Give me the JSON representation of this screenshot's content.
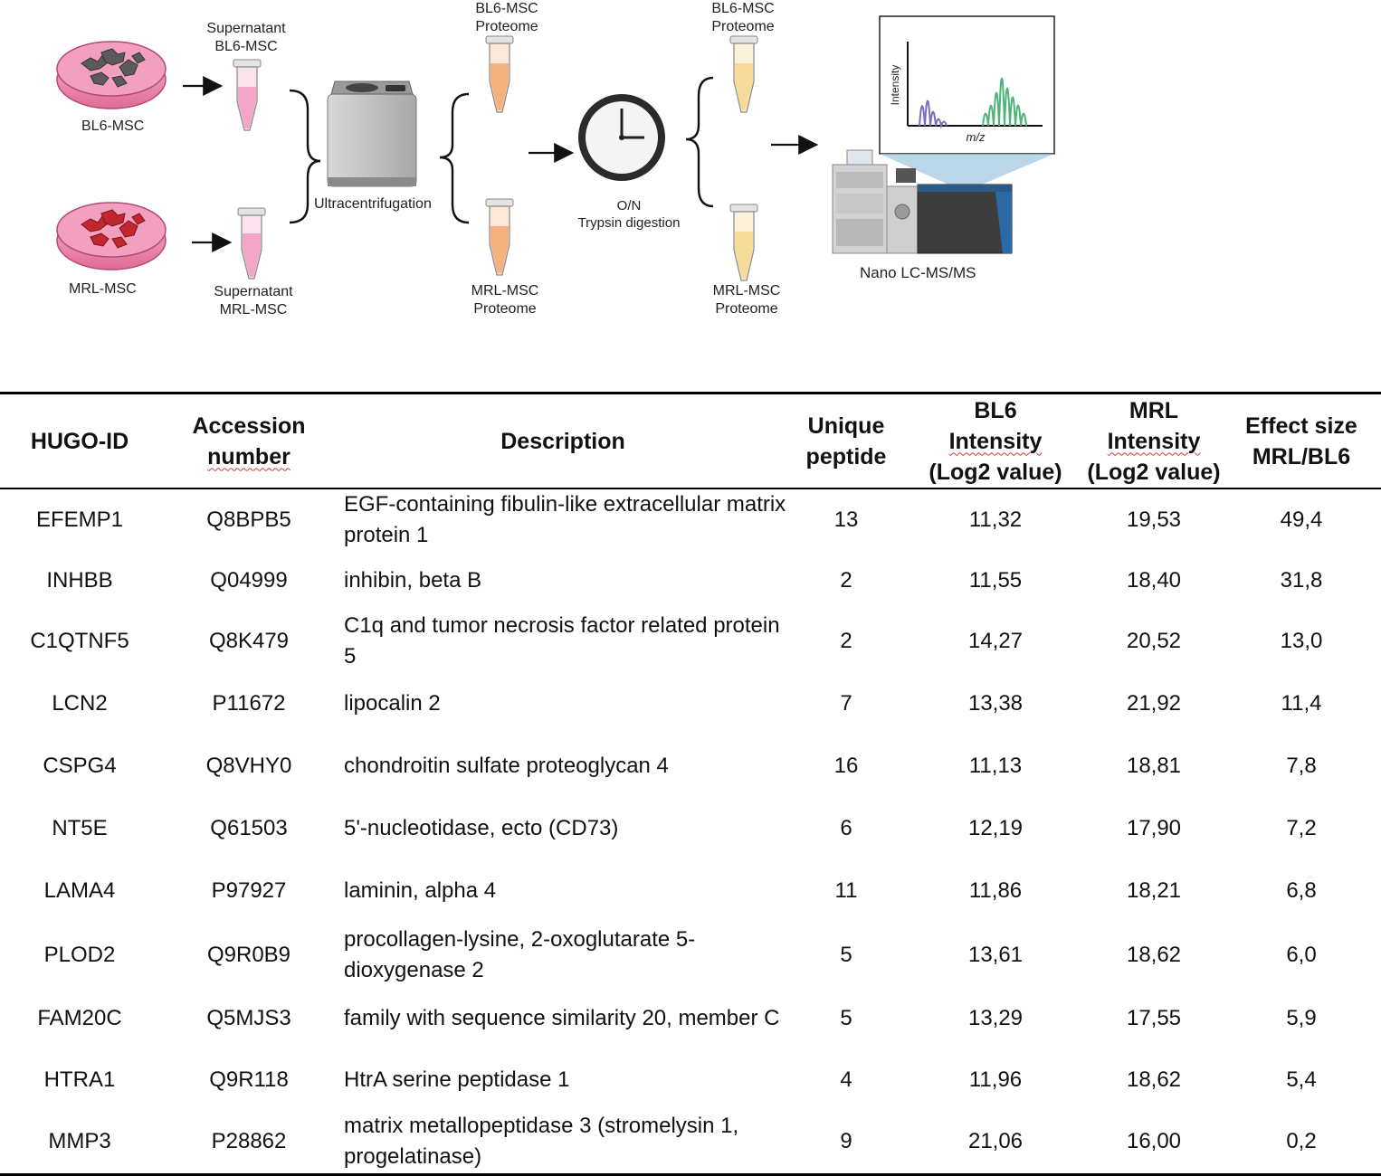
{
  "workflow": {
    "cells_top": "BL6-MSC",
    "cells_bottom": "MRL-MSC",
    "supernatant_top": [
      "Supernatant",
      "BL6-MSC"
    ],
    "supernatant_bottom": [
      "Supernatant",
      "MRL-MSC"
    ],
    "centrifuge_label": "Ultracentrifugation",
    "proteome1_top": [
      "BL6-MSC",
      "Proteome"
    ],
    "proteome1_bottom": [
      "MRL-MSC",
      "Proteome"
    ],
    "digestion_label": [
      "O/N",
      "Trypsin digestion"
    ],
    "proteome2_top": [
      "BL6-MSC",
      "Proteome"
    ],
    "proteome2_bottom": [
      "MRL-MSC",
      "Proteome"
    ],
    "spectrum_ylabel": "Intensity",
    "spectrum_xlabel": "m/z",
    "instrument_label": "Nano LC-MS/MS",
    "colors": {
      "dish_pink": "#e87aa5",
      "cell_grey": "#5b5b5b",
      "cell_red": "#c1272d",
      "tube_pink": "#f4a6c8",
      "tube_orange": "#f5b27e",
      "tube_yellow": "#f6dc98",
      "peak_purple": "#7a6fbf",
      "peak_green": "#4fb37a"
    }
  },
  "table": {
    "headers": [
      [
        "HUGO-ID"
      ],
      [
        "Accession",
        "number"
      ],
      [
        "Description"
      ],
      [
        "Unique",
        "peptide"
      ],
      [
        "BL6",
        "Intensity",
        "(Log2 value)"
      ],
      [
        "MRL",
        "Intensity",
        "(Log2 value)"
      ],
      [
        "Effect size",
        "MRL/BL6"
      ]
    ],
    "rows": [
      {
        "hugo": "EFEMP1",
        "acc": "Q8BPB5",
        "desc": "EGF-containing fibulin-like extracellular matrix protein 1",
        "pep": "13",
        "bl6": "11,32",
        "mrl": "19,53",
        "eff": "49,4"
      },
      {
        "hugo": "INHBB",
        "acc": "Q04999",
        "desc": "inhibin, beta B",
        "pep": "2",
        "bl6": "11,55",
        "mrl": "18,40",
        "eff": "31,8"
      },
      {
        "hugo": "C1QTNF5",
        "acc": "Q8K479",
        "desc": "C1q and tumor necrosis factor related protein 5",
        "pep": "2",
        "bl6": "14,27",
        "mrl": "20,52",
        "eff": "13,0"
      },
      {
        "hugo": "LCN2",
        "acc": "P11672",
        "desc": "lipocalin 2",
        "pep": "7",
        "bl6": "13,38",
        "mrl": "21,92",
        "eff": "11,4"
      },
      {
        "hugo": "CSPG4",
        "acc": "Q8VHY0",
        "desc": "chondroitin sulfate proteoglycan 4",
        "pep": "16",
        "bl6": "11,13",
        "mrl": "18,81",
        "eff": "7,8"
      },
      {
        "hugo": "NT5E",
        "acc": "Q61503",
        "desc": "5'-nucleotidase, ecto (CD73)",
        "pep": "6",
        "bl6": "12,19",
        "mrl": "17,90",
        "eff": "7,2"
      },
      {
        "hugo": "LAMA4",
        "acc": "P97927",
        "desc": "laminin, alpha 4",
        "pep": "11",
        "bl6": "11,86",
        "mrl": "18,21",
        "eff": "6,8"
      },
      {
        "hugo": "PLOD2",
        "acc": "Q9R0B9",
        "desc": "procollagen-lysine, 2-oxoglutarate 5-dioxygenase 2",
        "pep": "5",
        "bl6": "13,61",
        "mrl": "18,62",
        "eff": "6,0"
      },
      {
        "hugo": "FAM20C",
        "acc": "Q5MJS3",
        "desc": "family with sequence similarity 20, member C",
        "pep": "5",
        "bl6": "13,29",
        "mrl": "17,55",
        "eff": "5,9"
      },
      {
        "hugo": "HTRA1",
        "acc": "Q9R118",
        "desc": "HtrA serine peptidase 1",
        "pep": "4",
        "bl6": "11,96",
        "mrl": "18,62",
        "eff": "5,4"
      },
      {
        "hugo": "MMP3",
        "acc": "P28862",
        "desc": "matrix metallopeptidase 3 (stromelysin 1, progelatinase)",
        "pep": "9",
        "bl6": "21,06",
        "mrl": "16,00",
        "eff": "0,2"
      }
    ]
  }
}
